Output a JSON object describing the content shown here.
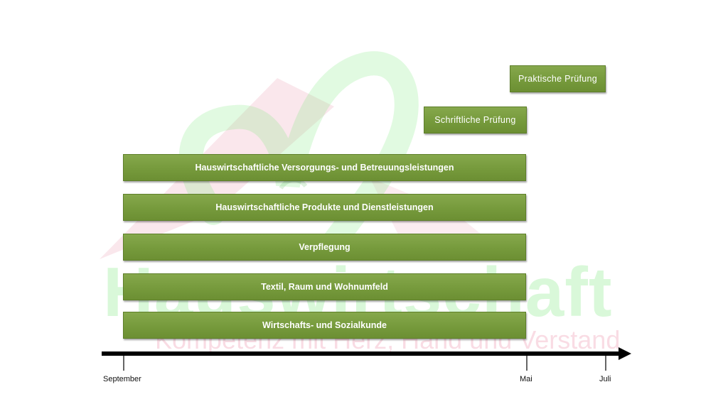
{
  "watermark": {
    "brand_text": "Hauswirtschaft",
    "slogan_text": "Kompetenz mit Herz, Hand und Verstand"
  },
  "exams": [
    {
      "label": "Schriftliche Prüfung"
    },
    {
      "label": "Praktische Prüfung"
    }
  ],
  "subjects": [
    {
      "label": "Hauswirtschaftliche Versorgungs- und Betreuungsleistungen"
    },
    {
      "label": "Hauswirtschaftliche Produkte und Dienstleistungen"
    },
    {
      "label": "Verpflegung"
    },
    {
      "label": "Textil, Raum und Wohnumfeld"
    },
    {
      "label": "Wirtschafts- und Sozialkunde"
    }
  ],
  "timeline": {
    "ticks": [
      {
        "label": "September"
      },
      {
        "label": "Mai"
      },
      {
        "label": "Juli"
      }
    ]
  },
  "colors": {
    "bar_fill": "#769a3c",
    "bar_border": "#5e7f2a",
    "axis": "#000000",
    "watermark_green": "#78e678",
    "watermark_pink": "#e67896"
  }
}
